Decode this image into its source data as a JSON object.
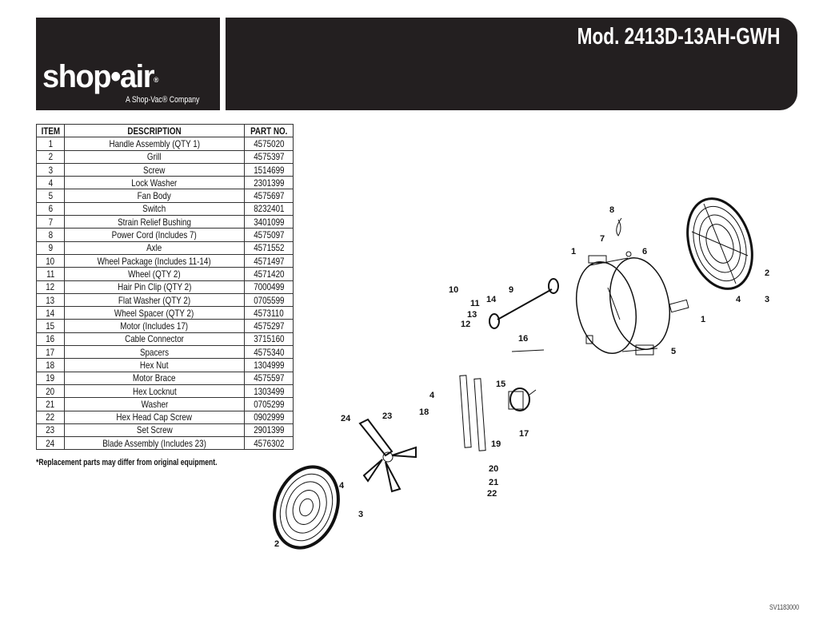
{
  "header": {
    "logo_text": "shop•air",
    "logo_reg": "®",
    "tagline": "A Shop-Vac® Company",
    "model": "Mod. 2413D-13AH-GWH"
  },
  "table": {
    "headers": [
      "ITEM",
      "DESCRIPTION",
      "PART NO."
    ],
    "rows": [
      [
        "1",
        "Handle Assembly (QTY 1)",
        "4575020"
      ],
      [
        "2",
        "Grill",
        "4575397"
      ],
      [
        "3",
        "Screw",
        "1514699"
      ],
      [
        "4",
        "Lock Washer",
        "2301399"
      ],
      [
        "5",
        "Fan Body",
        "4575697"
      ],
      [
        "6",
        "Switch",
        "8232401"
      ],
      [
        "7",
        "Strain Relief Bushing",
        "3401099"
      ],
      [
        "8",
        "Power Cord (Includes 7)",
        "4575097"
      ],
      [
        "9",
        "Axle",
        "4571552"
      ],
      [
        "10",
        "Wheel Package (Includes 11-14)",
        "4571497"
      ],
      [
        "11",
        "Wheel (QTY 2)",
        "4571420"
      ],
      [
        "12",
        "Hair Pin Clip (QTY 2)",
        "7000499"
      ],
      [
        "13",
        "Flat Washer (QTY 2)",
        "0705599"
      ],
      [
        "14",
        "Wheel Spacer (QTY 2)",
        "4573110"
      ],
      [
        "15",
        "Motor (Includes 17)",
        "4575297"
      ],
      [
        "16",
        "Cable Connector",
        "3715160"
      ],
      [
        "17",
        "Spacers",
        "4575340"
      ],
      [
        "18",
        "Hex Nut",
        "1304999"
      ],
      [
        "19",
        "Motor Brace",
        "4575597"
      ],
      [
        "20",
        "Hex Locknut",
        "1303499"
      ],
      [
        "21",
        "Washer",
        "0705299"
      ],
      [
        "22",
        "Hex Head Cap Screw",
        "0902999"
      ],
      [
        "23",
        "Set Screw",
        "2901399"
      ],
      [
        "24",
        "Blade Assembly (Includes 23)",
        "4576302"
      ]
    ]
  },
  "note": "*Replacement parts may differ from original equipment.",
  "diagram": {
    "callouts": [
      "8",
      "7",
      "1",
      "6",
      "2",
      "4",
      "3",
      "1",
      "10",
      "9",
      "11",
      "14",
      "13",
      "12",
      "16",
      "5",
      "15",
      "4",
      "18",
      "24",
      "23",
      "17",
      "19",
      "20",
      "21",
      "22",
      "4",
      "3",
      "2"
    ]
  },
  "doc_code": "SV1183000"
}
